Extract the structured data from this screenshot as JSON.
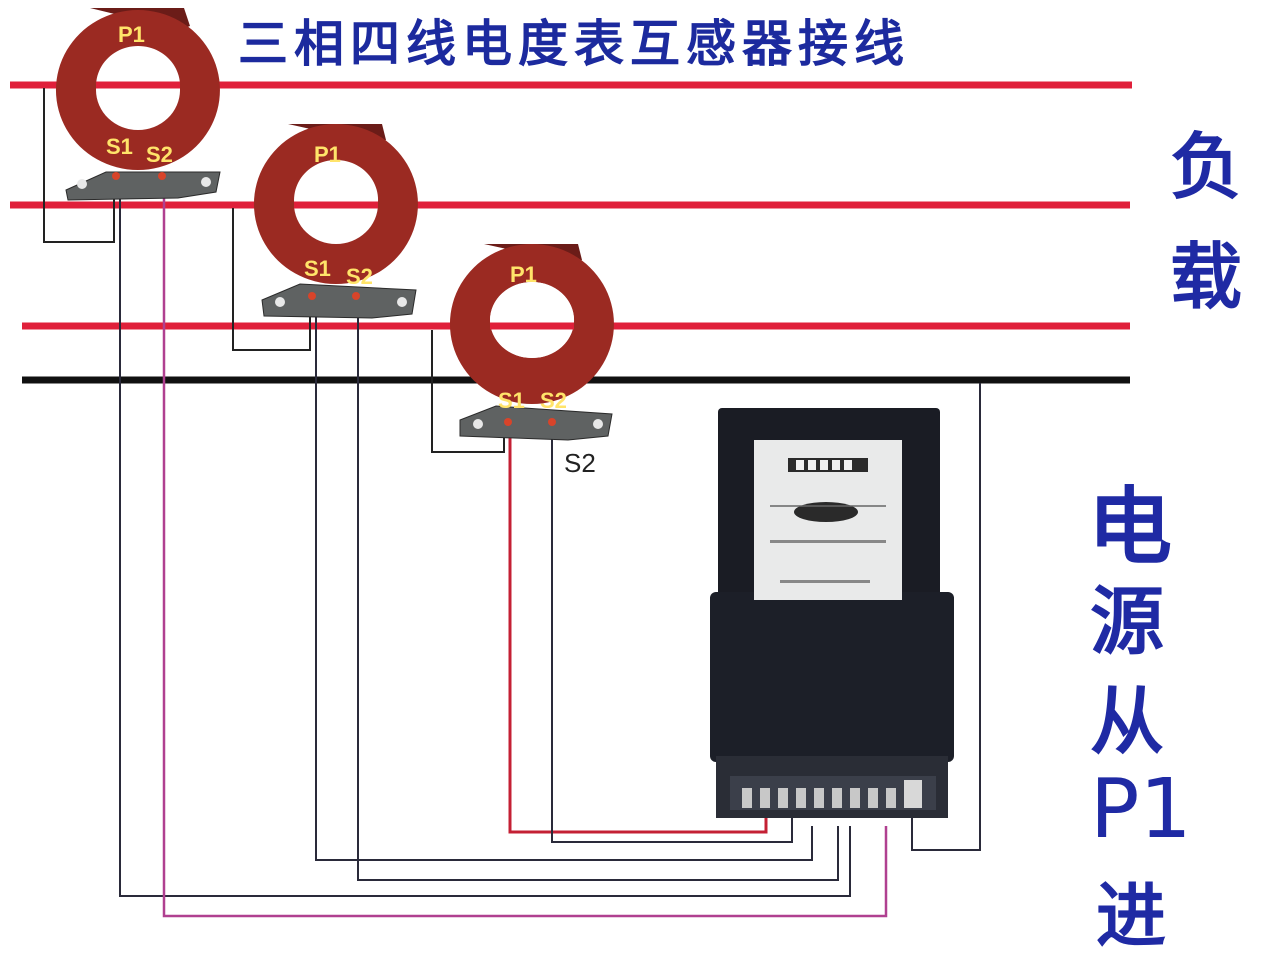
{
  "title": "三相四线电度表互感器接线",
  "side": {
    "load_1": "负",
    "load_2": "载",
    "power_1": "电",
    "power_2": "源",
    "power_3": "从",
    "power_4": "P1",
    "power_5": "进"
  },
  "transformers": [
    {
      "p1": "P1",
      "s1": "S1",
      "s2": "S2"
    },
    {
      "p1": "P1",
      "s1": "S1",
      "s2": "S2"
    },
    {
      "p1": "P1",
      "s1": "S1",
      "s2": "S2"
    }
  ],
  "meter_s2_label": "S2",
  "colors": {
    "phase_line": "#e0203a",
    "neutral_line": "#111111",
    "ct_body": "#9b2a22",
    "wire_red": "#c42034",
    "wire_purple": "#b04090",
    "wire_dark": "#2a2a3a",
    "title": "#1c2a9e"
  }
}
